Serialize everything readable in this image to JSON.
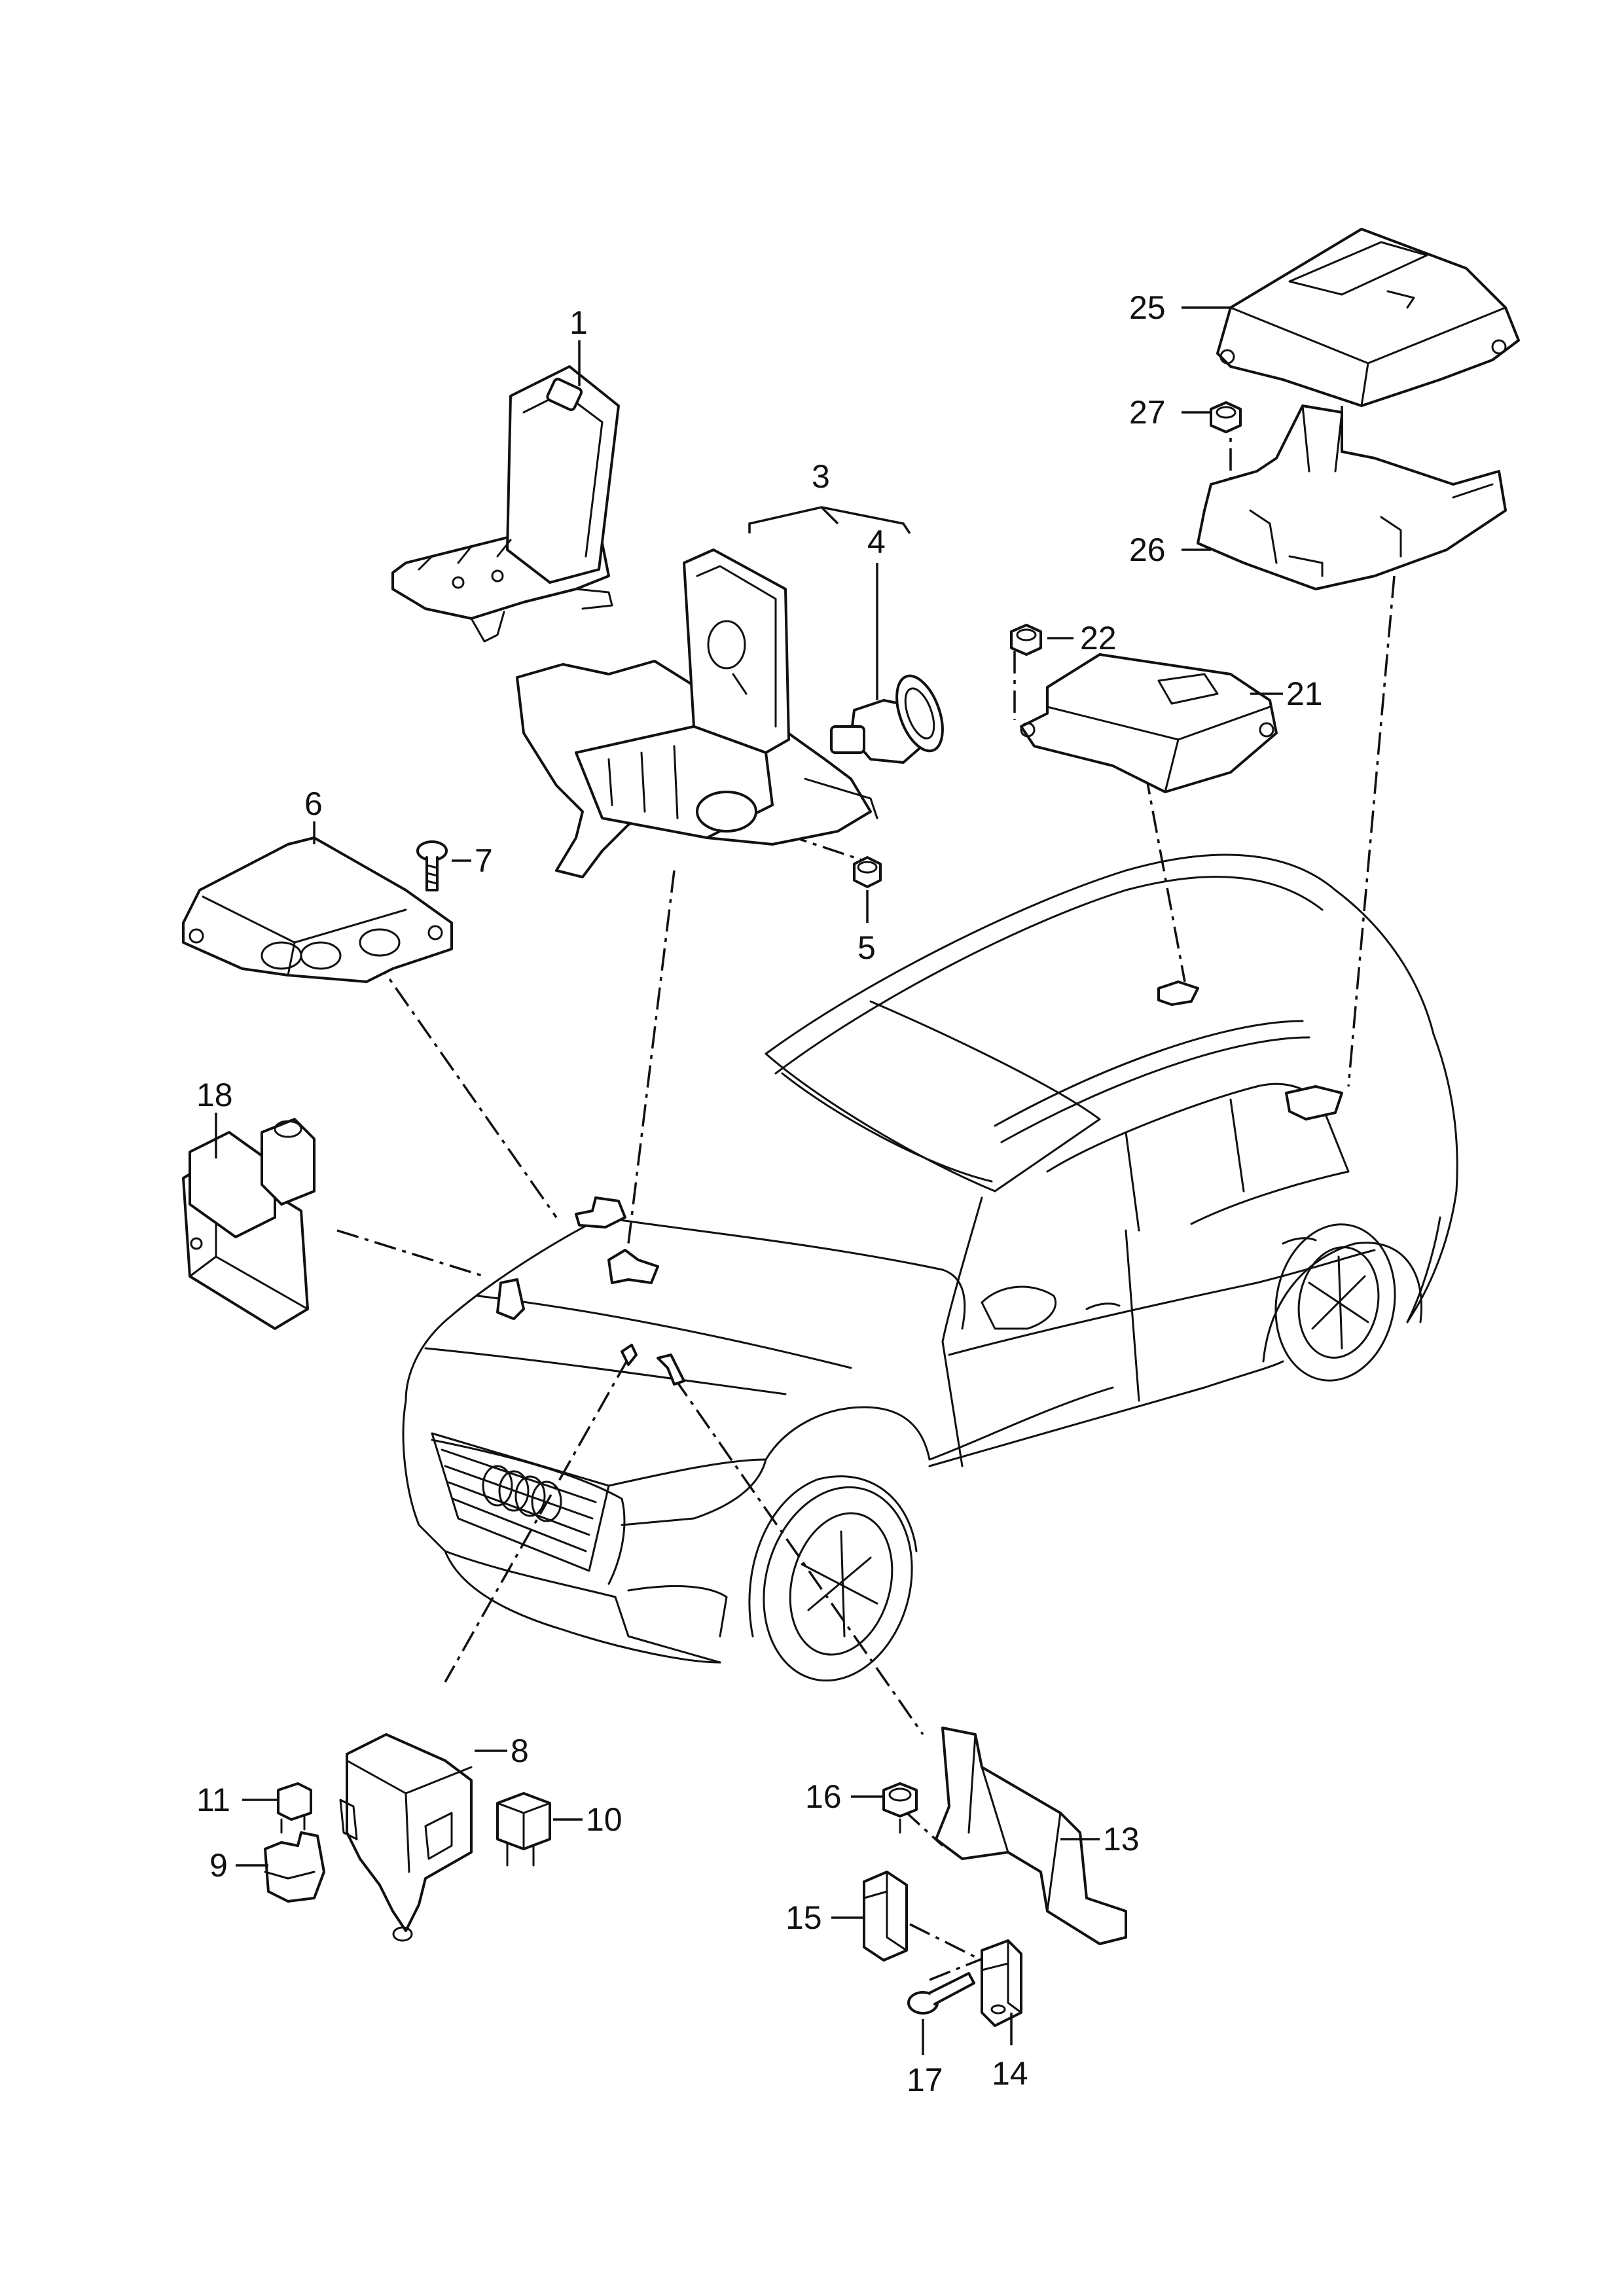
{
  "diagram": {
    "callouts": [
      {
        "id": "1",
        "label": "1"
      },
      {
        "id": "3",
        "label": "3"
      },
      {
        "id": "4",
        "label": "4"
      },
      {
        "id": "5",
        "label": "5"
      },
      {
        "id": "6",
        "label": "6"
      },
      {
        "id": "7",
        "label": "7"
      },
      {
        "id": "8",
        "label": "8"
      },
      {
        "id": "9",
        "label": "9"
      },
      {
        "id": "10",
        "label": "10"
      },
      {
        "id": "11",
        "label": "11"
      },
      {
        "id": "13",
        "label": "13"
      },
      {
        "id": "14",
        "label": "14"
      },
      {
        "id": "15",
        "label": "15"
      },
      {
        "id": "16",
        "label": "16"
      },
      {
        "id": "17",
        "label": "17"
      },
      {
        "id": "18",
        "label": "18"
      },
      {
        "id": "21",
        "label": "21"
      },
      {
        "id": "22",
        "label": "22"
      },
      {
        "id": "25",
        "label": "25"
      },
      {
        "id": "26",
        "label": "26"
      },
      {
        "id": "27",
        "label": "27"
      }
    ]
  }
}
